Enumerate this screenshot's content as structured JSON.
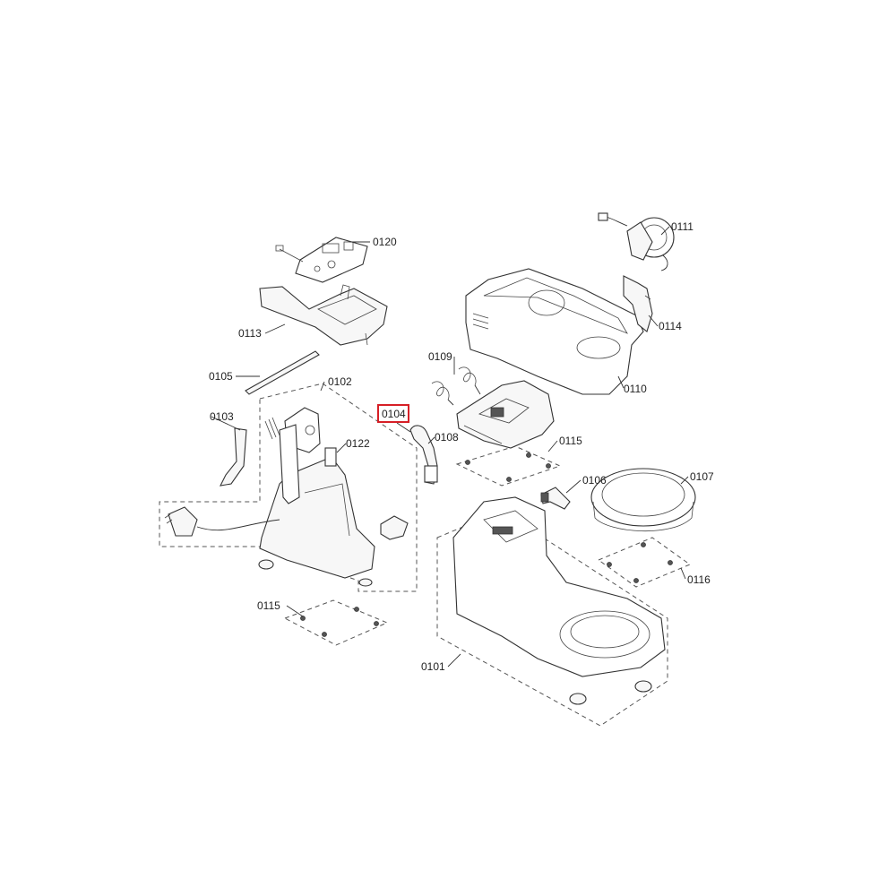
{
  "diagram": {
    "highlighted_part": "0104",
    "highlight_color": "#d61f26",
    "callouts": {
      "p0101": "0101",
      "p0102": "0102",
      "p0103": "0103",
      "p0104": "0104",
      "p0105": "0105",
      "p0106": "0106",
      "p0107": "0107",
      "p0108": "0108",
      "p0109": "0109",
      "p0110": "0110",
      "p0111": "0111",
      "p0113": "0113",
      "p0114": "0114",
      "p0115_a": "0115",
      "p0115_b": "0115",
      "p0116": "0116",
      "p0120": "0120",
      "p0122": "0122"
    }
  }
}
